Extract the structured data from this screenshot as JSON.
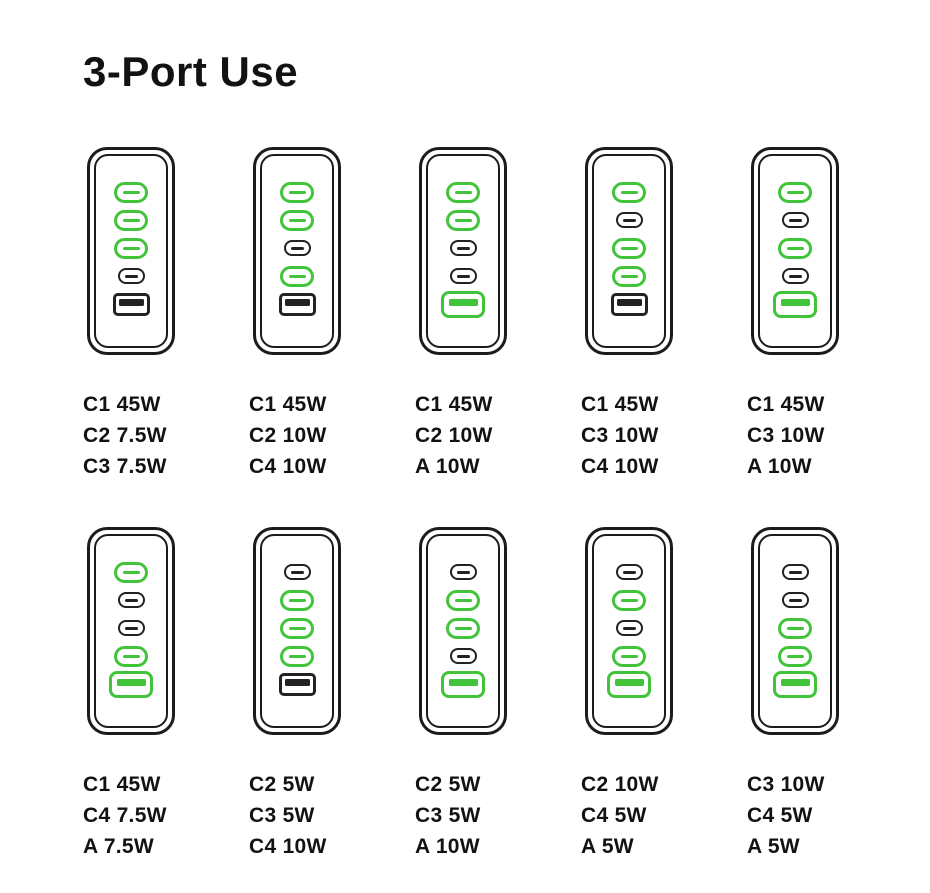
{
  "page": {
    "title": "3-Port Use"
  },
  "colors": {
    "active_green": "#41c43a",
    "inactive_port": "#222222",
    "charger_outline": "#1c1c1c",
    "background": "#ffffff",
    "label_text": "#121212"
  },
  "port_names": [
    "C1",
    "C2",
    "C3",
    "C4",
    "A"
  ],
  "rows": [
    {
      "combos": [
        {
          "active_ports": [
            "C1",
            "C2",
            "C3"
          ],
          "labels": [
            "C1 45W",
            "C2 7.5W",
            "C3 7.5W"
          ]
        },
        {
          "active_ports": [
            "C1",
            "C2",
            "C4"
          ],
          "labels": [
            "C1 45W",
            "C2 10W",
            "C4 10W"
          ]
        },
        {
          "active_ports": [
            "C1",
            "C2",
            "A"
          ],
          "labels": [
            "C1 45W",
            "C2 10W",
            "A 10W"
          ]
        },
        {
          "active_ports": [
            "C1",
            "C3",
            "C4"
          ],
          "labels": [
            "C1 45W",
            "C3 10W",
            "C4 10W"
          ]
        },
        {
          "active_ports": [
            "C1",
            "C3",
            "A"
          ],
          "labels": [
            "C1 45W",
            "C3 10W",
            "A 10W"
          ]
        }
      ]
    },
    {
      "combos": [
        {
          "active_ports": [
            "C1",
            "C4",
            "A"
          ],
          "labels": [
            "C1 45W",
            "C4 7.5W",
            "A 7.5W"
          ]
        },
        {
          "active_ports": [
            "C2",
            "C3",
            "C4"
          ],
          "labels": [
            "C2 5W",
            "C3 5W",
            "C4 10W"
          ]
        },
        {
          "active_ports": [
            "C2",
            "C3",
            "A"
          ],
          "labels": [
            "C2 5W",
            "C3 5W",
            "A 10W"
          ]
        },
        {
          "active_ports": [
            "C2",
            "C4",
            "A"
          ],
          "labels": [
            "C2 10W",
            "C4 5W",
            "A 5W"
          ]
        },
        {
          "active_ports": [
            "C3",
            "C4",
            "A"
          ],
          "labels": [
            "C3 10W",
            "C4 5W",
            "A 5W"
          ]
        }
      ]
    }
  ]
}
